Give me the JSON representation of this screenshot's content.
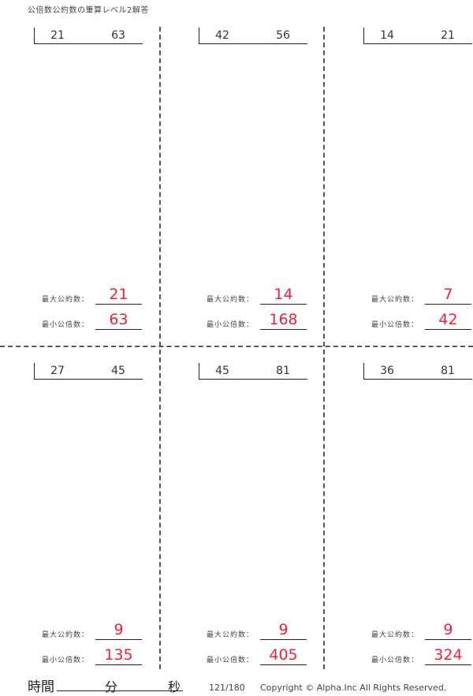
{
  "title": "公倍数公約数の筆算レベル2解答",
  "labels": {
    "gcd": "最大公約数：",
    "lcm": "最小公倍数："
  },
  "problems": [
    {
      "a": "21",
      "b": "63",
      "gcd": "21",
      "lcm": "63"
    },
    {
      "a": "42",
      "b": "56",
      "gcd": "14",
      "lcm": "168"
    },
    {
      "a": "14",
      "b": "21",
      "gcd": "7",
      "lcm": "42"
    },
    {
      "a": "27",
      "b": "45",
      "gcd": "9",
      "lcm": "135"
    },
    {
      "a": "45",
      "b": "81",
      "gcd": "9",
      "lcm": "405"
    },
    {
      "a": "36",
      "b": "81",
      "gcd": "9",
      "lcm": "324"
    }
  ],
  "footer": {
    "time_label": "時間",
    "minutes_label": "分",
    "seconds_label": "秒",
    "page": "121/180",
    "copyright": "Copyright ©  Alpha.Inc All Rights Reserved."
  },
  "colors": {
    "answer": "#e8243c"
  }
}
